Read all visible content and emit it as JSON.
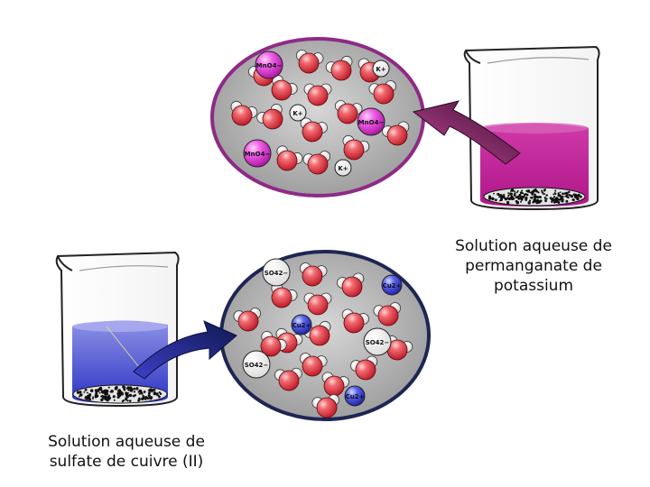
{
  "captions": {
    "permanganate": [
      "Solution aqueuse de",
      "permanganate de",
      "potassium"
    ],
    "sulfate": [
      "Solution aqueuse de",
      "sulfate de cuivre (II)"
    ]
  },
  "ions": {
    "mno4": "MnO4−",
    "k": "K+",
    "so4": "SO42−",
    "cu": "Cu2+"
  },
  "colors": {
    "permanganate_solution": "#c0259a",
    "sulfate_solution": "#3b3fc8",
    "ellipse_fill": "#bdbdbd",
    "ellipse_border_top": "#8e2a86",
    "ellipse_border_bottom": "#1f2553",
    "water_oxygen": "#e8404a",
    "mno4_ion": "#e040d8",
    "cu_ion": "#3c44d8"
  }
}
